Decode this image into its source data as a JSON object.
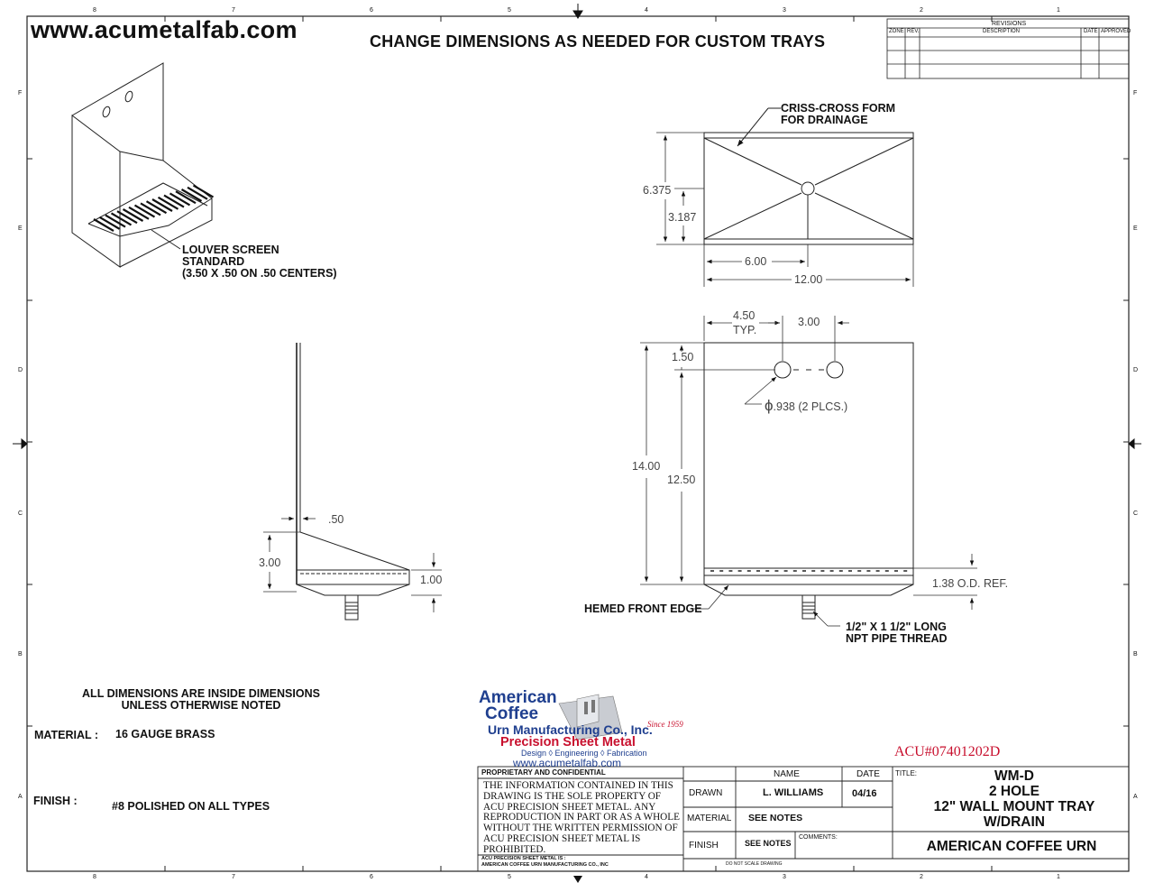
{
  "header": {
    "website": "www.acumetalfab.com",
    "headline": "CHANGE DIMENSIONS AS NEEDED FOR CUSTOM TRAYS"
  },
  "border": {
    "top_zones": [
      "8",
      "7",
      "6",
      "5",
      "4",
      "3",
      "2",
      "1"
    ],
    "side_zones": [
      "F",
      "E",
      "D",
      "C",
      "B",
      "A"
    ]
  },
  "revisions": {
    "title": "REVISIONS",
    "columns": [
      "ZONE",
      "REV.",
      "DESCRIPTION",
      "DATE",
      "APPROVED"
    ]
  },
  "callouts": {
    "louver_line1": "LOUVER SCREEN",
    "louver_line2": "STANDARD",
    "louver_line3": "(3.50 X .50 ON .50 CENTERS)",
    "crisscross_line1": "CRISS-CROSS FORM",
    "crisscross_line2": "FOR DRAINAGE",
    "hemmed_edge": "HEMED FRONT EDGE",
    "pipe_line1": "1/2\" X 1 1/2\" LONG",
    "pipe_line2": "NPT PIPE THREAD",
    "hole_dia": ".938 (2 PLCS.)",
    "hole_dia_symbol": "ϕ"
  },
  "dimensions": {
    "top_height": "6.375",
    "top_half_height": "3.187",
    "top_half_width": "6.00",
    "top_width": "12.00",
    "hole_offset": "4.50",
    "hole_offset_typ": "TYP.",
    "hole_spacing": "3.00",
    "hole_from_top": "1.50",
    "overall_height": "14.00",
    "hole_to_bottom": "12.50",
    "od_ref": "1.38 O.D. REF.",
    "side_offset": ".50",
    "side_height": "3.00",
    "tray_depth": "1.00"
  },
  "notes": {
    "inside_line1": "ALL DIMENSIONS ARE INSIDE DIMENSIONS",
    "inside_line2": "UNLESS OTHERWISE NOTED",
    "material_label": "MATERIAL :",
    "material_value": "16 GAUGE BRASS",
    "finish_label": "FINISH :",
    "finish_value": "#8 POLISHED ON ALL TYPES"
  },
  "logo": {
    "line1": "American",
    "line2": "Coffee",
    "line3": "Urn Manufacturing Co., Inc.",
    "since": "Since 1959",
    "line4": "Precision Sheet Metal",
    "line5": "Design ◊ Engineering ◊ Fabrication",
    "line6": "www.acumetalfab.com"
  },
  "part_number": "ACU#07401202D",
  "title_block": {
    "proprietary_heading": "PROPRIETARY AND CONFIDENTIAL",
    "proprietary_text": "THE INFORMATION CONTAINED IN THIS DRAWING IS THE SOLE PROPERTY OF ACU PRECISION SHEET METAL. ANY REPRODUCTION IN PART OR AS A WHOLE WITHOUT THE WRITTEN PERMISSION OF ACU PRECISION SHEET METAL IS PROHIBITED.",
    "footer_line1": "ACU PRECISION SHEET METAL IS :",
    "footer_line2": "AMERICAN COFFEE URN MANUFACTURING CO., INC",
    "name_header": "NAME",
    "date_header": "DATE",
    "drawn_label": "DRAWN",
    "drawn_name": "L. WILLIAMS",
    "drawn_date": "04/16",
    "material_label": "MATERIAL",
    "material_value": "SEE NOTES",
    "finish_label": "FINISH",
    "finish_value": "SEE NOTES",
    "comments_label": "COMMENTS:",
    "title_label": "TITLE:",
    "title_line1": "WM-D",
    "title_line2": "2 HOLE",
    "title_line3": "12\" WALL MOUNT TRAY",
    "title_line4": "W/DRAIN",
    "company": "AMERICAN COFFEE URN",
    "no_scale": "DO NOT SCALE DRAWING"
  }
}
